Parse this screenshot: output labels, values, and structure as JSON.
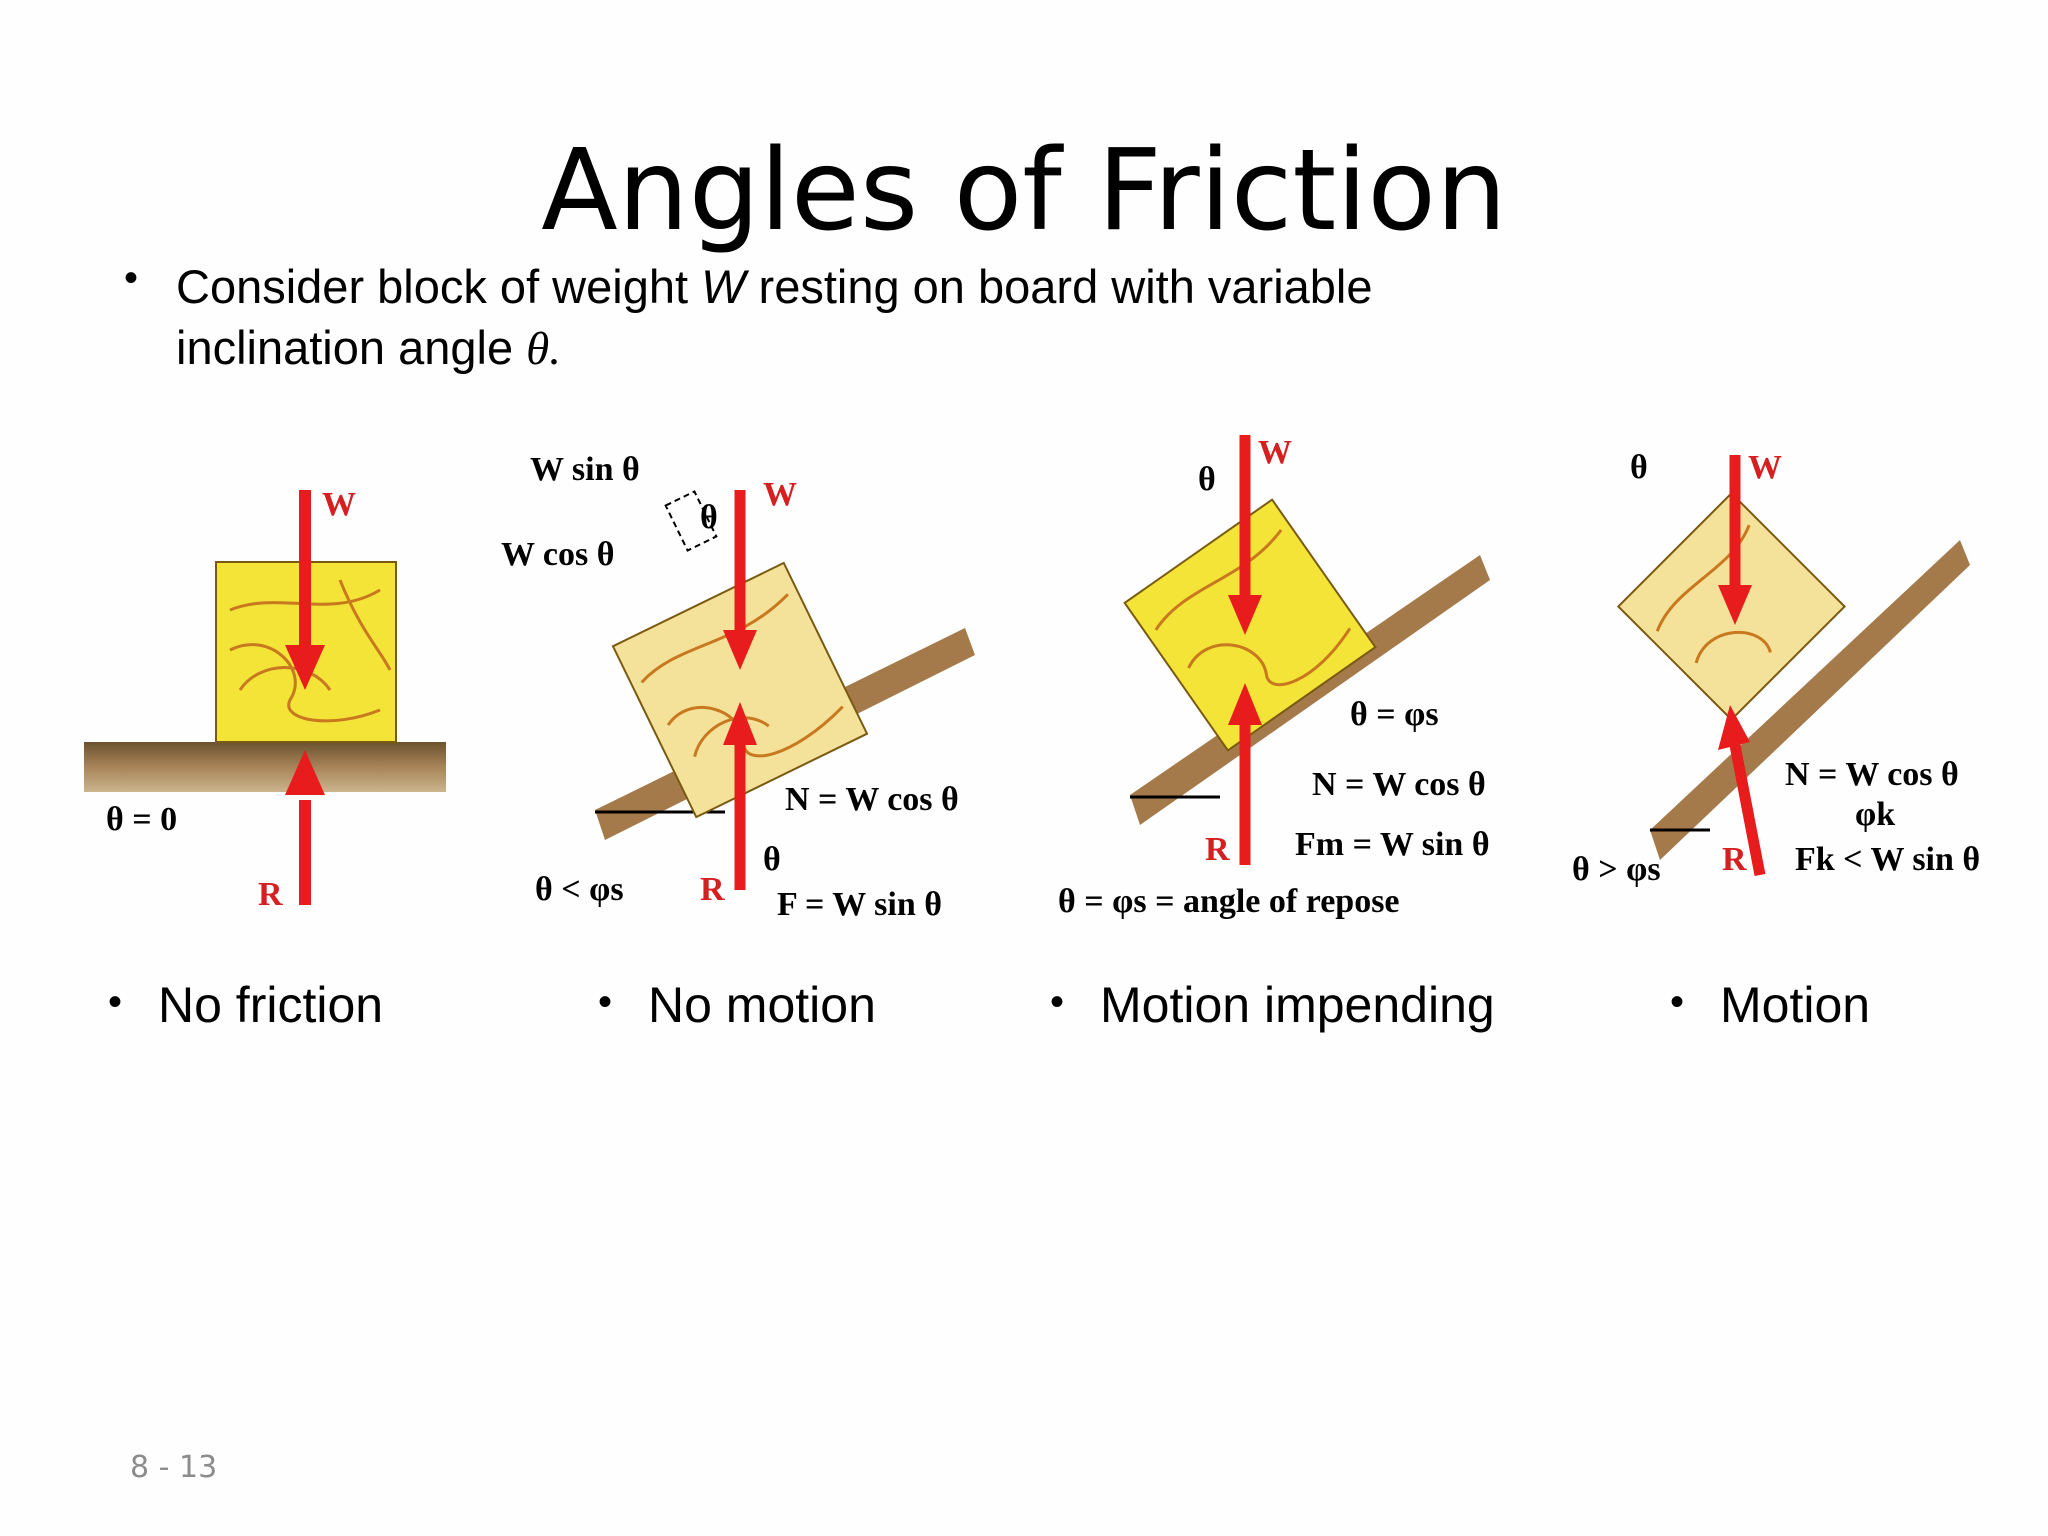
{
  "slide": {
    "title": "Angles of Friction",
    "bullet_line1_a": "Consider block of weight ",
    "bullet_line1_w": "W",
    "bullet_line1_b": " resting on board with variable",
    "bullet_line2_a": "inclination angle ",
    "bullet_line2_theta": "θ.",
    "page_number": "8 - 13"
  },
  "cases": [
    {
      "caption": "No friction"
    },
    {
      "caption": "No motion"
    },
    {
      "caption": "Motion impending"
    },
    {
      "caption": "Motion"
    }
  ],
  "diagram1": {
    "weight": "W",
    "reaction": "R",
    "angle": "θ = 0"
  },
  "diagram2": {
    "wsin": "W sin θ",
    "wcos": "W cos θ",
    "weight": "W",
    "theta_top": "θ",
    "normal": "N = W cos θ",
    "theta_mid": "θ",
    "reaction": "R",
    "friction": "F = W sin θ",
    "angle": "θ < φs"
  },
  "diagram3": {
    "weight": "W",
    "theta_top": "θ",
    "eq": "θ = φs",
    "normal": "N = W cos θ",
    "reaction": "R",
    "friction": "Fm = W sin θ",
    "repose": "θ = φs = angle of repose"
  },
  "diagram4": {
    "theta_top": "θ",
    "weight": "W",
    "normal": "N = W cos θ",
    "phik": "φk",
    "reaction": "R",
    "friction": "Fk < W sin θ",
    "angle": "θ > φs"
  },
  "colors": {
    "arrow": "#e81c1c",
    "block": "#f2e23a",
    "grain": "#c8781e",
    "board": "#a57a4a"
  }
}
